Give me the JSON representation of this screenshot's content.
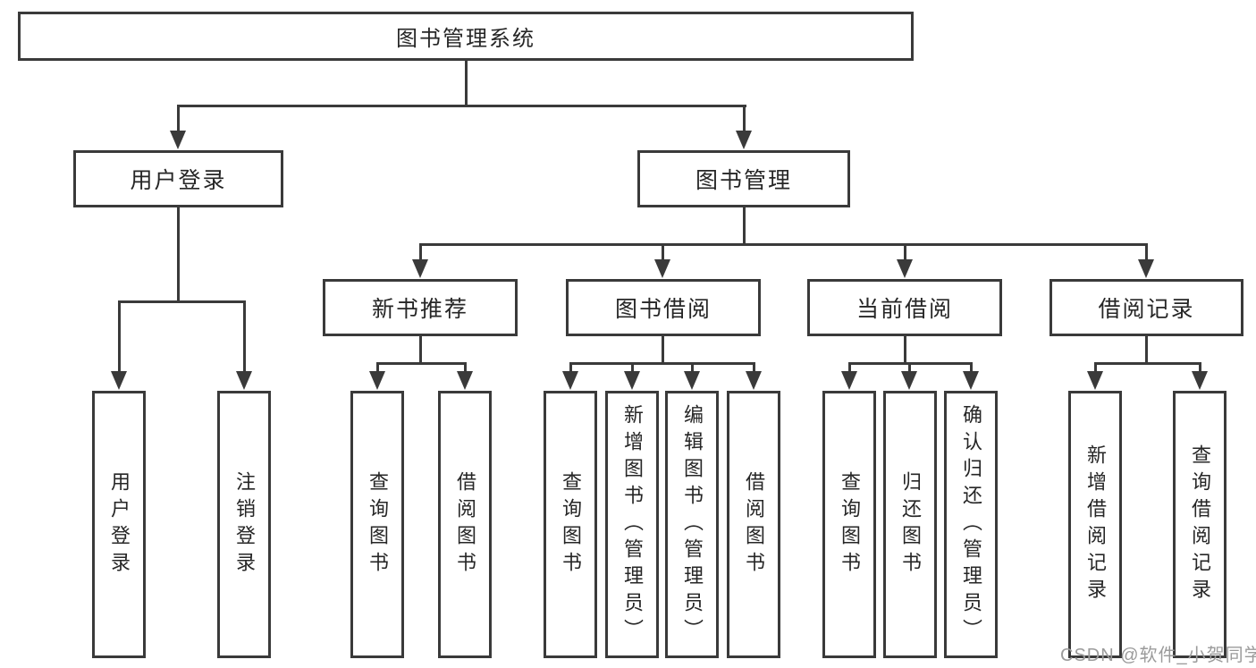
{
  "nodes": {
    "root": "图书管理系统",
    "user_login": "用户登录",
    "book_management": "图书管理",
    "new_book_rec": "新书推荐",
    "book_borrow": "图书借阅",
    "current_borrow": "当前借阅",
    "borrow_record": "借阅记录",
    "user_login_children": [
      "用户登录",
      "注销登录"
    ],
    "new_book_children": [
      "查询图书",
      "借阅图书"
    ],
    "book_borrow_children": [
      "查询图书",
      "新增图书（管理员）",
      "编辑图书（管理员）",
      "借阅图书"
    ],
    "current_borrow_children": [
      "查询图书",
      "归还图书",
      "确认归还（管理员）"
    ],
    "borrow_record_children": [
      "新增借阅记录",
      "查询借阅记录"
    ]
  },
  "watermark": {
    "text": "CSDN @软件_小贺同学"
  },
  "colors": {
    "line": "#3a3a3a",
    "text": "#262626",
    "watermark": "#9b9b9b",
    "background": "#ffffff"
  }
}
